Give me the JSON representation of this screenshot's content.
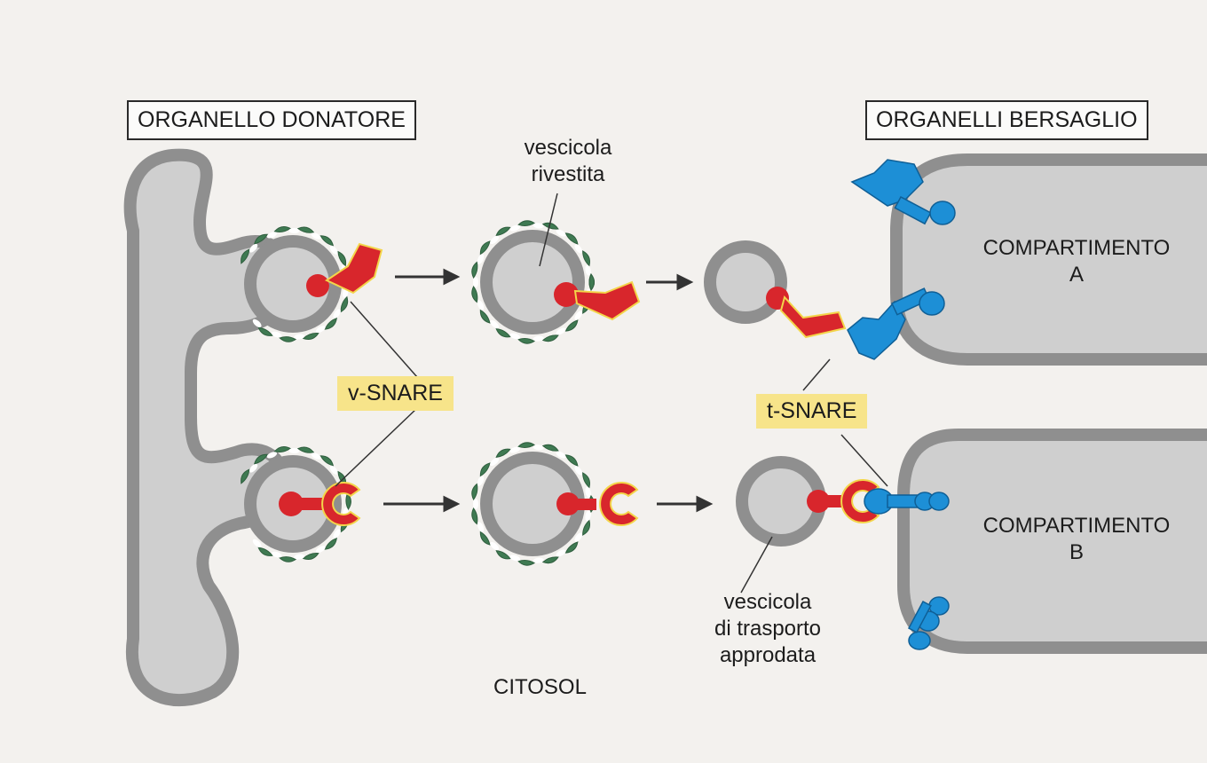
{
  "labels": {
    "donor_organelle": "ORGANELLO DONATORE",
    "target_organelles": "ORGANELLI BERSAGLIO",
    "coated_vesicle": [
      "vescicola",
      "rivestita"
    ],
    "v_snare": "v-SNARE",
    "t_snare": "t-SNARE",
    "compartment_a": [
      "COMPARTIMENTO",
      "A"
    ],
    "compartment_b": [
      "COMPARTIMENTO",
      "B"
    ],
    "docked_vesicle": [
      "vescicola",
      "di trasporto",
      "approdata"
    ],
    "cytosol": "CITOSOL"
  },
  "colors": {
    "membrane": "#8f8f8f",
    "lumen": "#cfcfcf",
    "coat": "#3f7a52",
    "v_snare": "#d8262c",
    "t_snare": "#1d8fd6",
    "tag_fill": "#f7e48a"
  }
}
